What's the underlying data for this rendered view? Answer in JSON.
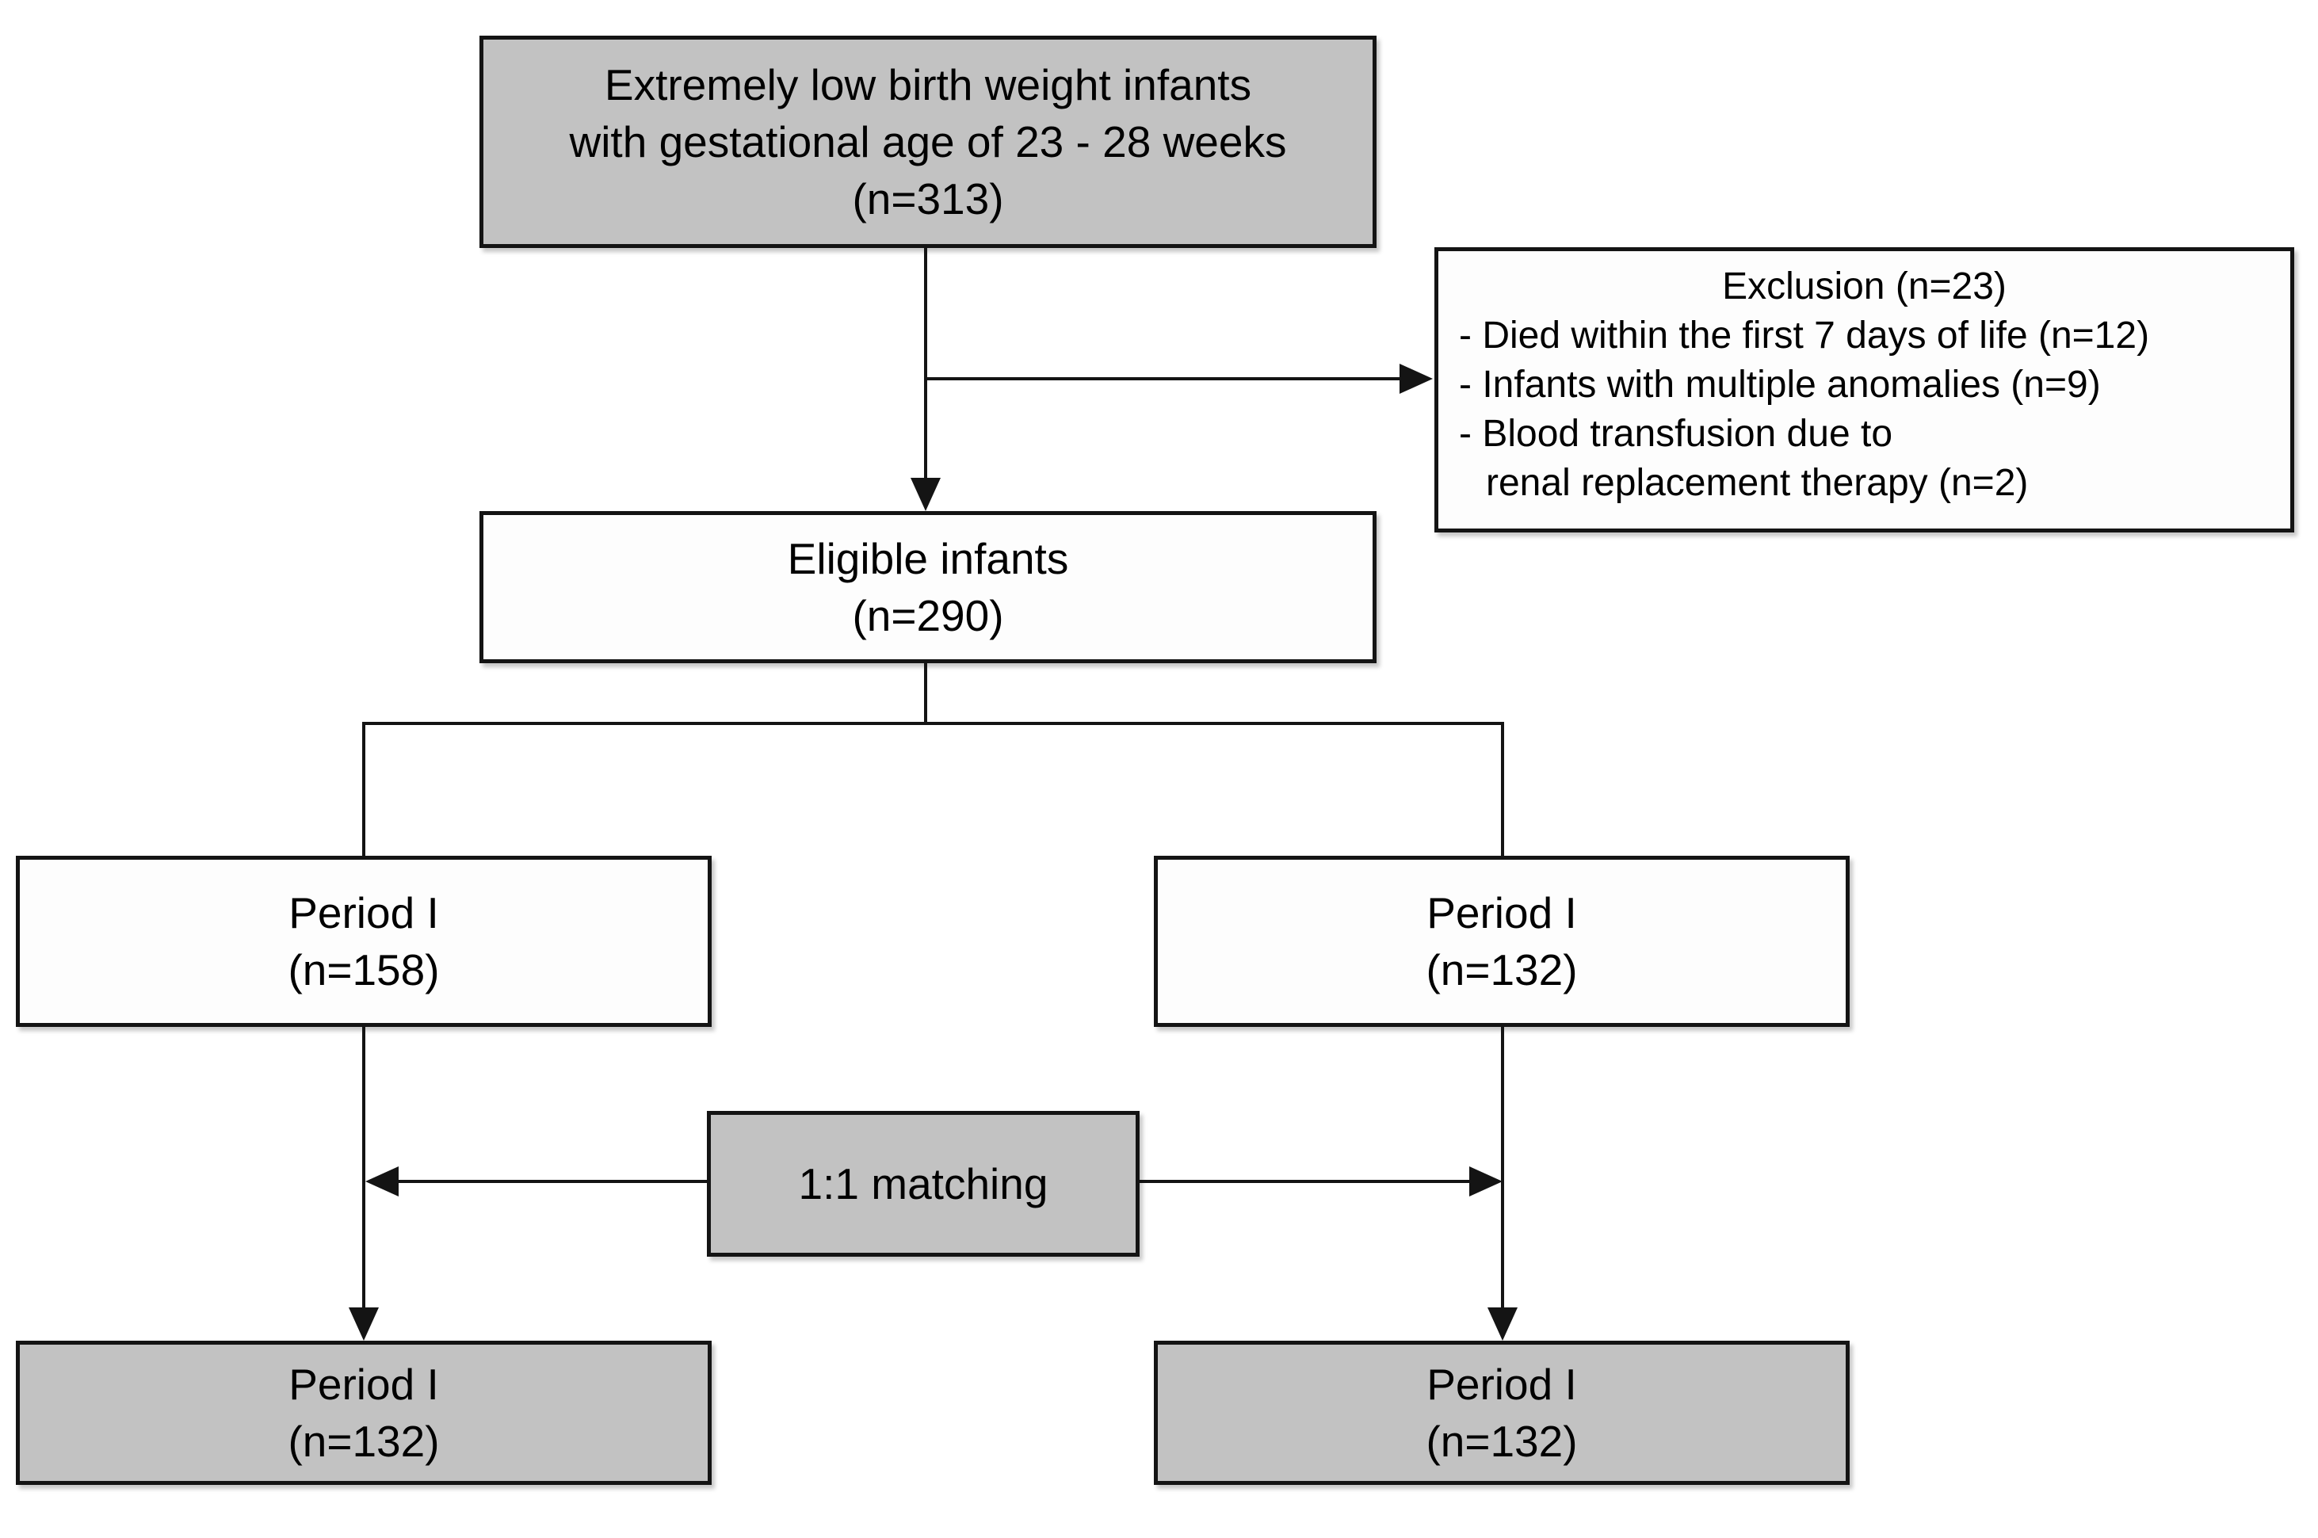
{
  "figure": {
    "type": "study-flow-diagram",
    "colors": {
      "shaded_box_fill": "#c2c2c2",
      "plain_box_fill": "#fdfdfd",
      "line_color": "#141414",
      "background": "#ffffff"
    },
    "nodes": {
      "elbw": {
        "line1": "Extremely low birth weight infants",
        "line2": "with gestational age of 23 - 28 weeks",
        "line3": "(n=313)"
      },
      "exclusion": {
        "title": "Exclusion (n=23)",
        "item1": "- Died within the first 7 days of life (n=12)",
        "item2": "- Infants with multiple anomalies (n=9)",
        "item3": "- Blood transfusion due to",
        "item3_continuation": "renal replacement therapy (n=2)"
      },
      "eligible": {
        "line1": "Eligible infants",
        "line2": "(n=290)"
      },
      "period_left": {
        "line1": "Period I",
        "line2": "(n=158)"
      },
      "period_right": {
        "line1": "Period I",
        "line2": "(n=132)"
      },
      "matching": {
        "label": "1:1 matching"
      },
      "matched_left": {
        "line1": "Period I",
        "line2": "(n=132)"
      },
      "matched_right": {
        "line1": "Period I",
        "line2": "(n=132)"
      }
    }
  }
}
